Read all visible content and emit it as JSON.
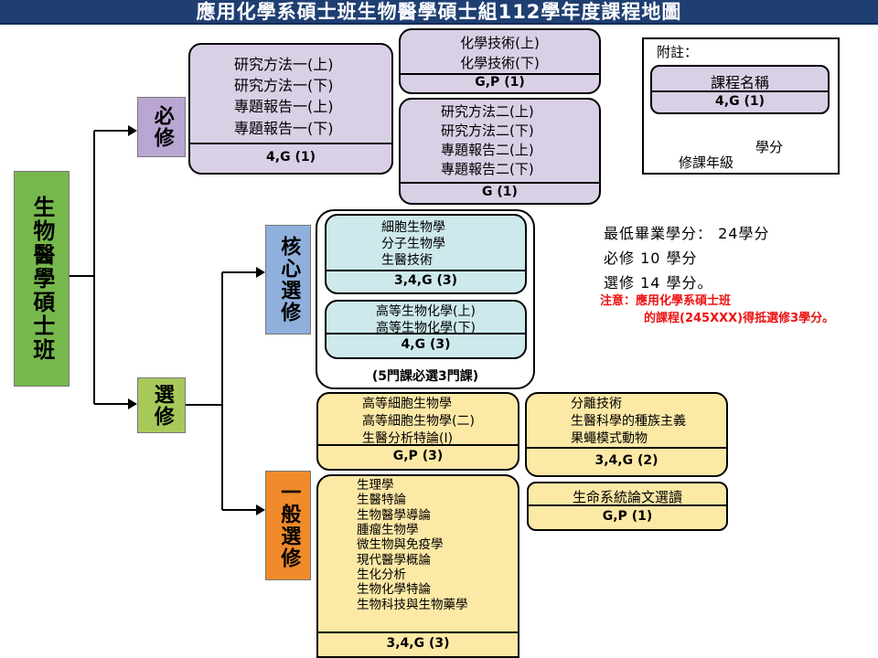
{
  "title": "應用化學系碩士班生物醫學碩士組112學年度課程地圖",
  "program_label": "生物醫學碩士班",
  "required_label": "必修",
  "elective_label": "選修",
  "core_label": "核心選修",
  "general_label": "一般選修",
  "colors": {
    "title_bar": "#1f3f73",
    "program": "#77b84d",
    "required": "#b9a6d2",
    "elective": "#a6c95a",
    "core": "#8fb0dc",
    "general": "#f18a2a",
    "purple_box": "#d9d0e6",
    "blue_box": "#cde9ec",
    "yellow_box": "#fde9a6",
    "note_red": "#e11111"
  },
  "required_boxes": {
    "research_1": {
      "courses": [
        "研究方法一(上)",
        "研究方法一(下)",
        "專題報告一(上)",
        "專題報告一(下)"
      ],
      "footer": "4,G (1)"
    },
    "chem_tech": {
      "courses": [
        "化學技術(上)",
        "化學技術(下)"
      ],
      "footer": "G,P (1)"
    },
    "research_2": {
      "courses": [
        "研究方法二(上)",
        "研究方法二(下)",
        "專題報告二(上)",
        "專題報告二(下)"
      ],
      "footer": "G (1)"
    }
  },
  "legend": {
    "heading": "附註：",
    "course_name": "課程名稱",
    "footer": "4,G (1)",
    "credit_label": "學分",
    "grade_label": "修課年級"
  },
  "credits_info": {
    "line1": "最低畢業學分： 24學分",
    "line2": "必修 10 學分",
    "line3": "選修 14 學分。",
    "note1": "注意：應用化學系碩士班",
    "note2": "的課程(245XXX)得抵選修3學分。"
  },
  "core_boxes": {
    "cell": {
      "courses": [
        "細胞生物學",
        "分子生物學",
        "生醫技術"
      ],
      "footer": "3,4,G (3)"
    },
    "biochem": {
      "courses": [
        "高等生物化學(上)",
        "高等生物化學(下)"
      ],
      "footer": "4,G (3)"
    },
    "rule": "(5門課必選3門課)"
  },
  "general_boxes": {
    "adv_cell": {
      "courses": [
        "高等細胞生物學",
        "高等細胞生物學(二)",
        "生醫分析特論(I)"
      ],
      "footer": "G,P (3)"
    },
    "sep_tech": {
      "courses": [
        "分離技術",
        "生醫科學的種族主義",
        "果蠅模式動物"
      ],
      "footer": "3,4,G (2)"
    },
    "life_sys": {
      "courses": [
        "生命系統論文選讀"
      ],
      "footer": "G,P (1)"
    },
    "big": {
      "courses": [
        "生理學",
        "生醫特論",
        "生物醫學導論",
        "腫瘤生物學",
        "微生物與免疫學",
        "現代醫學概論",
        "生化分析",
        "生物化學特論",
        "生物科技與生物藥學"
      ],
      "footer": "3,4,G (3)"
    }
  }
}
